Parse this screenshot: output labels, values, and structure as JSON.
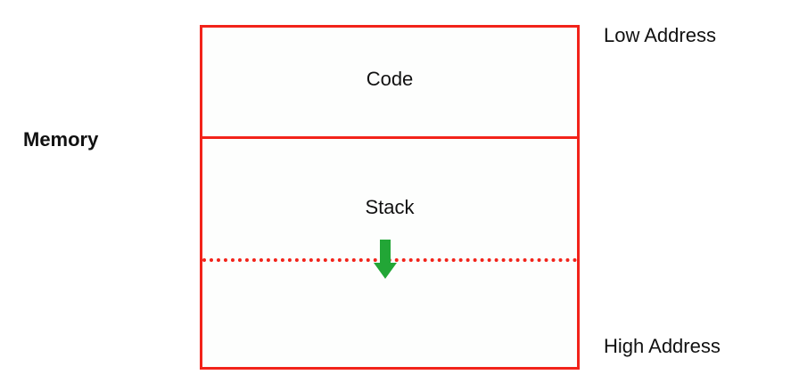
{
  "diagram": {
    "title": "Memory",
    "segments": [
      {
        "label": "Code"
      },
      {
        "label": "Stack"
      }
    ],
    "addresses": {
      "low": "Low Address",
      "high": "High Address"
    },
    "colors": {
      "border": "#f2231a",
      "arrow": "#22a636"
    },
    "arrow_direction": "down"
  }
}
